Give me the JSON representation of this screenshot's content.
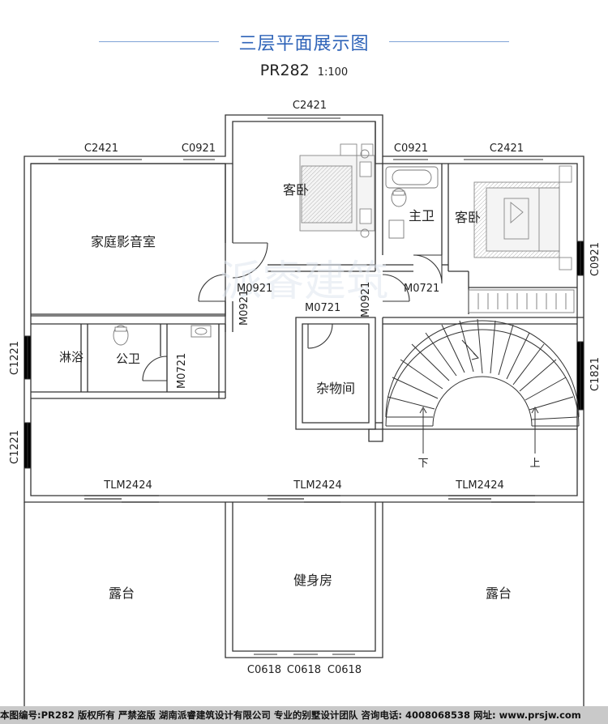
{
  "header": {
    "title": "三层平面展示图",
    "plan_code": "PR282",
    "scale": "1:100"
  },
  "rooms": {
    "home_theater": "家庭影音室",
    "guest_bedroom_1": "客卧",
    "master_bath": "主卫",
    "guest_bedroom_2": "客卧",
    "shower": "淋浴",
    "public_bath": "公卫",
    "storage": "杂物间",
    "terrace_left": "露台",
    "gym": "健身房",
    "terrace_right": "露台"
  },
  "windows": {
    "c2421_top_center": "C2421",
    "c2421_top_left": "C2421",
    "c0921_top_left": "C0921",
    "c0921_top_right": "C0921",
    "c2421_top_right": "C2421",
    "c0921_right": "C0921",
    "c1221_left_upper": "C1221",
    "c1221_left_lower": "C1221",
    "c1821_right": "C1821",
    "tlm_left": "TLM2424",
    "tlm_center": "TLM2424",
    "tlm_right": "TLM2424",
    "c0618_a": "C0618",
    "c0618_b": "C0618",
    "c0618_c": "C0618"
  },
  "doors": {
    "m0921_a": "M0921",
    "m0921_b": "M0921",
    "m0721_master": "M0721",
    "m0721_storage": "M0721",
    "m0921_c": "M0921",
    "m0721_bath": "M0721"
  },
  "stairs": {
    "down": "下",
    "up": "上"
  },
  "watermark": "派睿建筑",
  "footer": {
    "text": "本图编号:PR282 版权所有 严禁盗版 湖南派睿建筑设计有限公司 专业的别墅设计团队 咨询电话: 4008068538 网址: www.prsjw.com"
  }
}
